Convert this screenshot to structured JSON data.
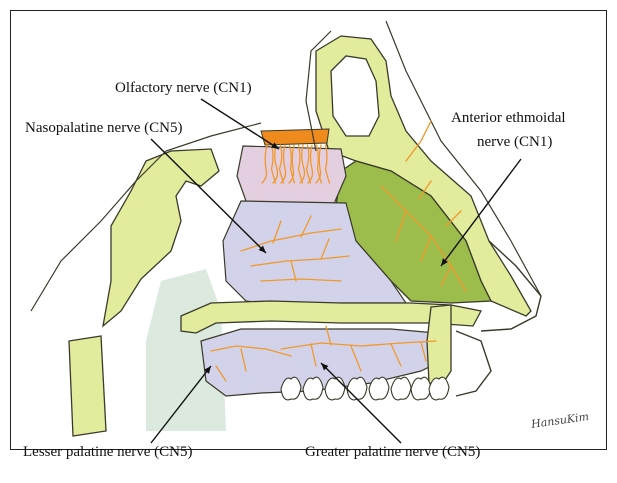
{
  "labels": {
    "olfactory": "Olfactory nerve (CN1)",
    "nasopalatine": "Nasopalatine nerve (CN5)",
    "anterior_ethmoidal_line1": "Anterior ethmoidal",
    "anterior_ethmoidal_line2": "nerve (CN1)",
    "lesser_palatine": "Lesser palatine nerve (CN5)",
    "greater_palatine": "Greater palatine nerve (CN5)"
  },
  "signature": "HansuKim",
  "colors": {
    "bone": "#e3ec9c",
    "bone_outline": "#3a3a2a",
    "septum": "#d2d3ea",
    "olfactory_region": "#e4cfe0",
    "cribriform": "#ef8a1d",
    "lateral_wall": "#9cbc4c",
    "nerve": "#f1982a",
    "palate_soft": "#dbe9de",
    "teeth": "#ffffff"
  }
}
